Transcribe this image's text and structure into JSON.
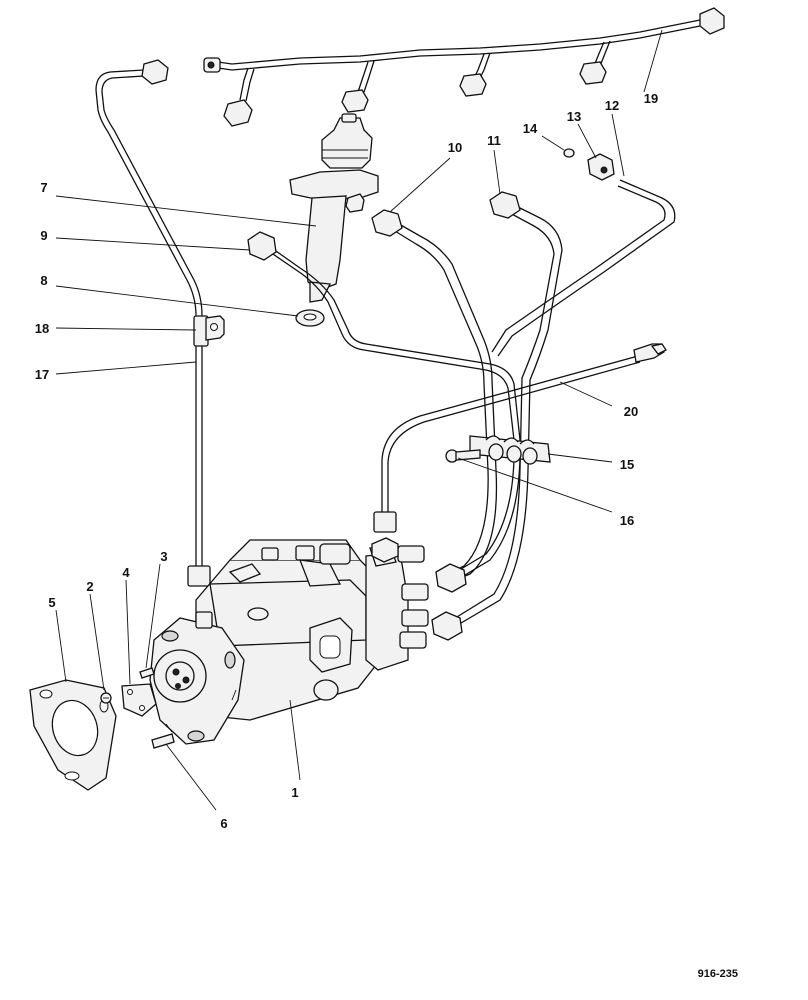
{
  "diagram": {
    "reference_code": "916-235",
    "callouts": [
      {
        "id": "1",
        "text": "1"
      },
      {
        "id": "2",
        "text": "2"
      },
      {
        "id": "3",
        "text": "3"
      },
      {
        "id": "4",
        "text": "4"
      },
      {
        "id": "5",
        "text": "5"
      },
      {
        "id": "6",
        "text": "6"
      },
      {
        "id": "7",
        "text": "7"
      },
      {
        "id": "8",
        "text": "8"
      },
      {
        "id": "9",
        "text": "9"
      },
      {
        "id": "10",
        "text": "10"
      },
      {
        "id": "11",
        "text": "11"
      },
      {
        "id": "12",
        "text": "12"
      },
      {
        "id": "13",
        "text": "13"
      },
      {
        "id": "14",
        "text": "14"
      },
      {
        "id": "15",
        "text": "15"
      },
      {
        "id": "16",
        "text": "16"
      },
      {
        "id": "17",
        "text": "17"
      },
      {
        "id": "18",
        "text": "18"
      },
      {
        "id": "19",
        "text": "19"
      },
      {
        "id": "20",
        "text": "20"
      }
    ]
  }
}
